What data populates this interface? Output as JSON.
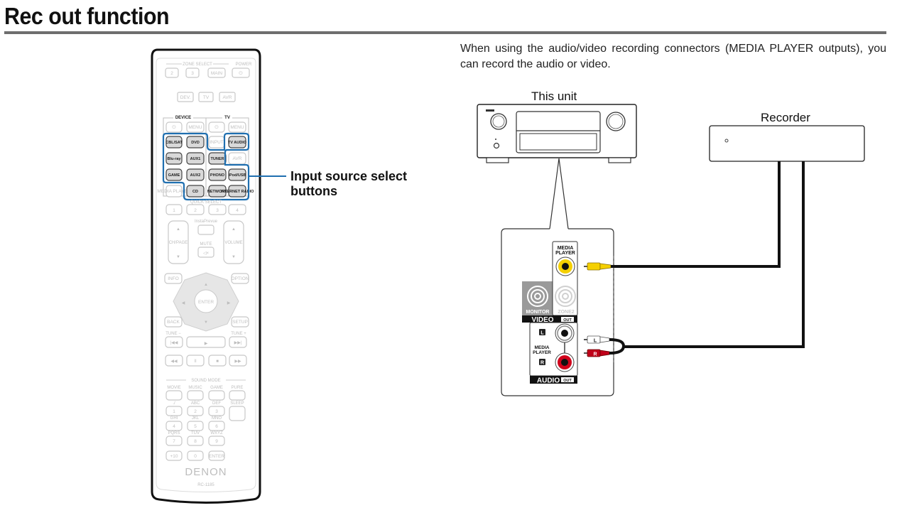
{
  "page": {
    "title": "Rec out function",
    "intro_text": "When using the audio/video recording connectors (MEDIA PLAYER outputs), you can record the audio or video."
  },
  "remote": {
    "brand": "DENON",
    "model": "RC-1185",
    "zone_select_label": "ZONE SELECT",
    "power_label": "POWER",
    "zone_buttons": [
      "2",
      "3",
      "MAIN",
      "⏻"
    ],
    "mode_buttons": [
      "DEV.",
      "TV",
      "AVR"
    ],
    "device_label": "DEVICE",
    "tv_label": "TV",
    "device_row": [
      "⏻",
      "MENU",
      "⏻",
      "MENU"
    ],
    "source_rows": [
      [
        "CBL/SAT",
        "DVD",
        "INPUT",
        "TV AUDIO"
      ],
      [
        "Blu-ray",
        "AUX1",
        "TUNER",
        "AVR"
      ],
      [
        "GAME",
        "AUX2",
        "PHONO",
        "iPod/USB"
      ],
      [
        "MEDIA PLAYER",
        "CD",
        "NETWORK",
        "INTERNET RADIO"
      ]
    ],
    "quick_select_label": "QUICK SELECT",
    "quick_buttons": [
      "1",
      "2",
      "3",
      "4"
    ],
    "channel_label": "CH/PAGE",
    "instaprevue_label": "InstaPrevue",
    "mute_label": "MUTE",
    "volume_label": "VOLUME",
    "info_label": "INFO",
    "option_label": "OPTION",
    "enter_label": "ENTER",
    "back_label": "BACK",
    "setup_label": "SETUP",
    "tune_minus_label": "TUNE −",
    "tune_plus_label": "TUNE +",
    "sound_mode_label": "SOUND MODE",
    "sound_modes": [
      "MOVIE",
      "MUSIC",
      "GAME",
      "PURE"
    ],
    "keypad_letters": [
      "./",
      "ABC",
      "DEF",
      "SLEEP",
      "GHI",
      "JKL",
      "MNO",
      "PQRS",
      "TUV",
      "WXYZ"
    ],
    "keypad_numbers": [
      "1",
      "2",
      "3",
      "4",
      "5",
      "6",
      "7",
      "8",
      "9",
      "+10",
      "0",
      "ENTER"
    ]
  },
  "callout": {
    "line1": "Input source select",
    "line2": "buttons"
  },
  "diagram": {
    "this_unit_label": "This unit",
    "recorder_label": "Recorder",
    "media_player_label": "MEDIA PLAYER",
    "monitor_label": "MONITOR",
    "zone2_label": "ZONE2",
    "video_label": "VIDEO",
    "audio_label": "AUDIO",
    "out_label": "OUT",
    "left_label": "L",
    "right_label": "R",
    "colors": {
      "video_jack": "#f5d000",
      "audio_right_jack": "#d0021b",
      "audio_left_jack": "#ffffff",
      "callout_blue": "#1f6fb0"
    }
  }
}
